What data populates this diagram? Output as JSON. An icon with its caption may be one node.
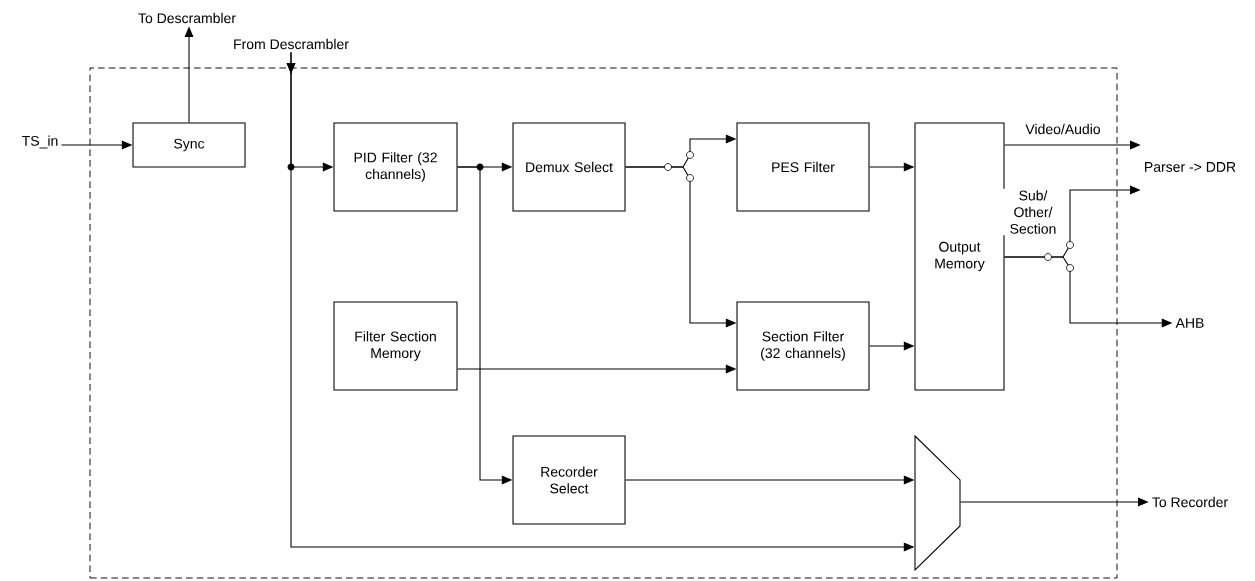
{
  "diagram": {
    "nodes": [
      {
        "text": [],
        "shape": "box"
      },
      {
        "text": [
          "TS_in"
        ]
      },
      {
        "text": [
          "Sync"
        ],
        "in": 0
      },
      {
        "text": [
          "To Descrambler"
        ]
      },
      {
        "text": [
          "From Descrambler"
        ]
      },
      {
        "text": [
          "PID Filter (32 channels)"
        ],
        "in": 0
      },
      {
        "text": [
          "Demux Select"
        ],
        "in": 0
      },
      {
        "text": [
          "PES Filter"
        ],
        "in": 0
      },
      {
        "text": [
          "Filter Section Memory"
        ],
        "in": 0
      },
      {
        "text": [
          "Section Filter (32 channels)"
        ],
        "in": 0
      },
      {
        "text": [
          "Output Memory"
        ],
        "in": 0
      },
      {
        "text": [
          "Recorder Select"
        ],
        "in": 0
      },
      {
        "text": [],
        "shape": "trapezoid",
        "in": 0
      },
      {
        "text": [
          "Parser -> DDR"
        ]
      },
      {
        "text": [
          "AHB"
        ]
      },
      {
        "text": [
          "To Recorder"
        ]
      }
    ],
    "edges": [
      {
        "from": 1,
        "to": 2,
        "arrow": "to"
      },
      {
        "from": 2,
        "to": 3,
        "arrow": "to"
      },
      {
        "from": 4,
        "to": 5,
        "arrow": "to"
      },
      {
        "from": 4,
        "to": 12,
        "arrow": "to"
      },
      {
        "from": 5,
        "to": 6,
        "arrow": "to"
      },
      {
        "from": 5,
        "to": 11,
        "arrow": "to"
      },
      {
        "from": 6,
        "to": 7,
        "arrow": "to"
      },
      {
        "from": 6,
        "to": 9,
        "arrow": "to"
      },
      {
        "from": 8,
        "to": 9,
        "arrow": "to"
      },
      {
        "from": 7,
        "to": 10,
        "arrow": "to"
      },
      {
        "from": 9,
        "to": 10,
        "arrow": "to"
      },
      {
        "from": 10,
        "to": 13,
        "arrow": "to",
        "label": "Video/Audio"
      },
      {
        "from": 10,
        "to": 13,
        "arrow": "to",
        "label": "Sub/ Other/ Section"
      },
      {
        "from": 10,
        "to": 14,
        "arrow": "to"
      },
      {
        "from": 11,
        "to": 12,
        "arrow": "to"
      },
      {
        "from": 12,
        "to": 15,
        "arrow": "to"
      }
    ]
  }
}
